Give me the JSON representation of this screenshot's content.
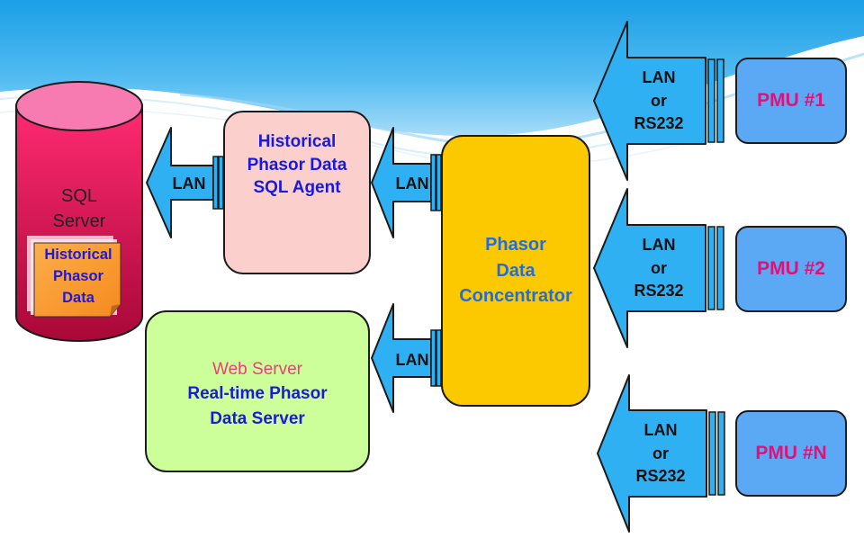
{
  "sql_server": {
    "label_line1": "SQL",
    "label_line2": "Server",
    "note_line1": "Historical",
    "note_line2": "Phasor",
    "note_line3": "Data"
  },
  "sql_agent": {
    "line1": "Historical",
    "line2": "Phasor Data",
    "line3": "SQL Agent"
  },
  "concentrator": {
    "line1": "Phasor",
    "line2": "Data",
    "line3": "Concentrator"
  },
  "web_server": {
    "title": "Web Server",
    "line1": "Real-time Phasor",
    "line2": "Data Server"
  },
  "links": {
    "agent_to_sql": "LAN",
    "pdc_to_agent": "LAN",
    "pdc_to_web": "LAN"
  },
  "pmu_links": [
    {
      "line1": "LAN",
      "line2": "or",
      "line3": "RS232"
    },
    {
      "line1": "LAN",
      "line2": "or",
      "line3": "RS232"
    },
    {
      "line1": "LAN",
      "line2": "or",
      "line3": "RS232"
    }
  ],
  "pmus": [
    {
      "label": "PMU #1"
    },
    {
      "label": "PMU #2"
    },
    {
      "label": "PMU #N"
    }
  ],
  "colors": {
    "sql_cylinder": "#e1115c",
    "sql_cylinder_top": "#f77ab0",
    "agent_box": "#fbcfcc",
    "concentrator_box": "#fcc800",
    "web_box": "#ccff99",
    "pmu_box": "#5ba8f5",
    "arrow": "#2eb0f2",
    "note": "#fb9c3a",
    "text_blue": "#1a1adc",
    "text_pmu": "#e0127a",
    "text_web_title": "#e8407c"
  }
}
